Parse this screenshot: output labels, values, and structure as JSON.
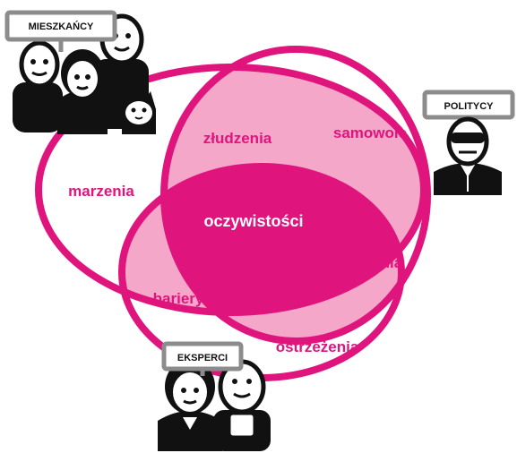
{
  "colors": {
    "accent": "#e0147d",
    "light_overlap": "#f4a7c9",
    "figure": "#111111",
    "sign_border": "#8c8c8c",
    "inner_text": "#ffffff"
  },
  "groups": {
    "residents": "MIESZKAŃCY",
    "politicians": "POLITYCY",
    "experts": "EKSPERCI"
  },
  "regions": {
    "center": "oczywistości",
    "residents_politicians": "złudzenia",
    "politicians_experts": "wyzwania",
    "residents_experts": "bariery",
    "residents_only": "marzenia",
    "politicians_only": "samowole",
    "experts_only": "ostrzeżenia"
  },
  "icons": {
    "residents": "group-of-people-with-cat-icon",
    "politicians": "person-with-sunglasses-and-suit-icon",
    "experts": "woman-and-man-icon"
  }
}
